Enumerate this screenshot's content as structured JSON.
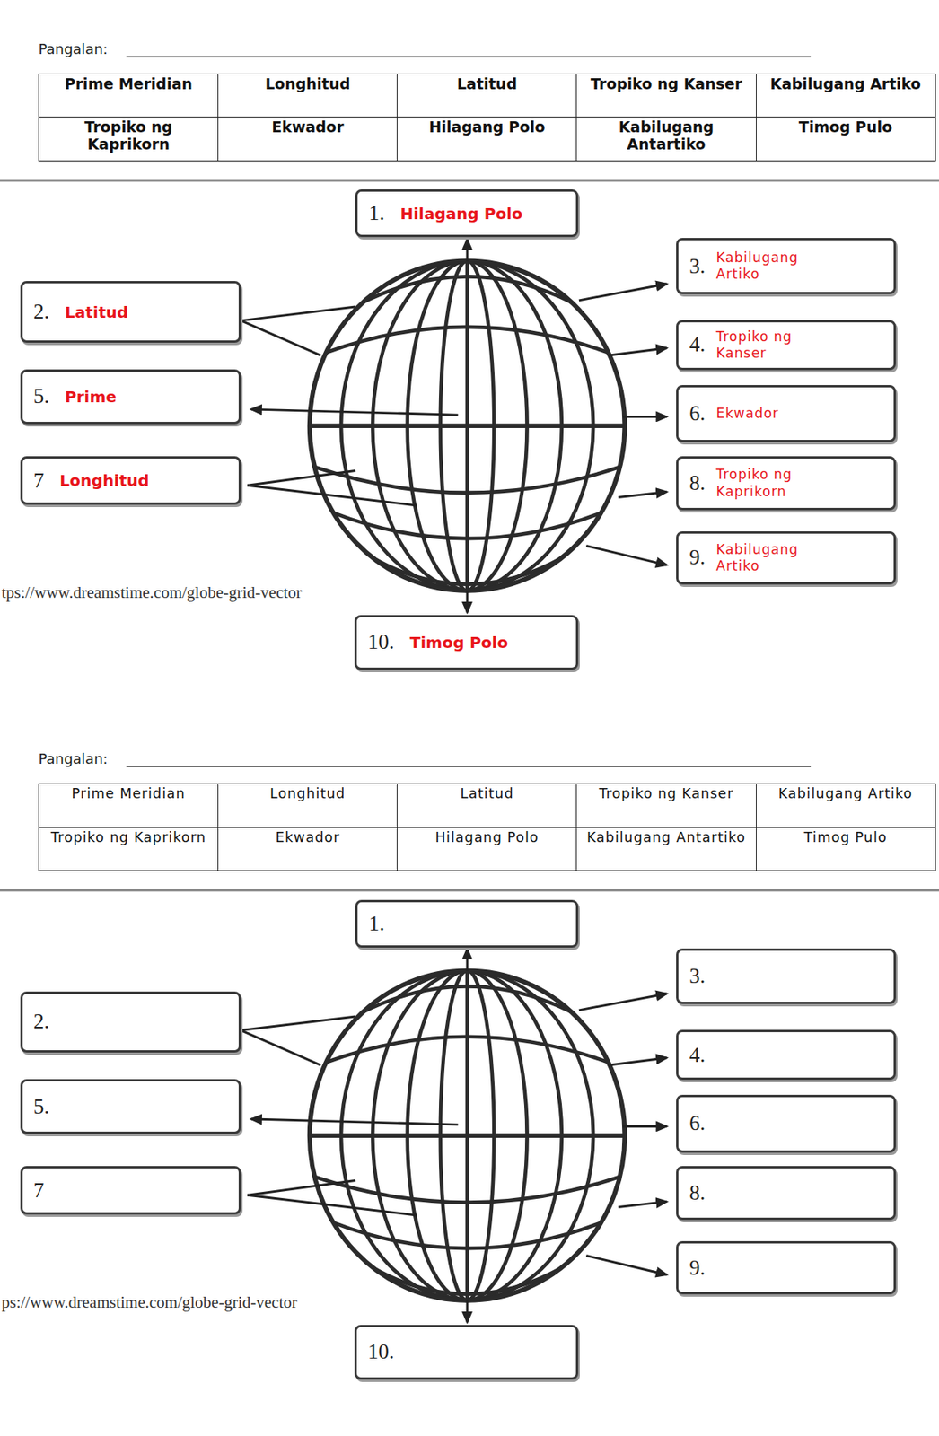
{
  "diagram": {
    "nodes": [
      {
        "text": [
          "1.",
          "Hilagang Polo"
        ]
      },
      {
        "text": [
          "2.",
          "Latitud"
        ]
      },
      {
        "text": [
          "3.",
          "Kabilugang Artiko"
        ]
      },
      {
        "text": [
          "4.",
          "Tropiko ng Kanser"
        ]
      },
      {
        "text": [
          "5.",
          "Prime"
        ]
      },
      {
        "text": [
          "6.",
          "Ekwador"
        ]
      },
      {
        "text": [
          "7",
          "Longhitud"
        ]
      },
      {
        "text": [
          "8.",
          "Tropiko ng Kaprikorn"
        ]
      },
      {
        "text": [
          "9.",
          "Kabilugang Artiko"
        ]
      },
      {
        "text": [
          "10.",
          "Timog Polo"
        ]
      },
      {
        "text": [
          "1."
        ]
      },
      {
        "text": [
          "2."
        ]
      },
      {
        "text": [
          "3."
        ]
      },
      {
        "text": [
          "4."
        ]
      },
      {
        "text": [
          "5."
        ]
      },
      {
        "text": [
          "6."
        ]
      },
      {
        "text": [
          "7"
        ]
      },
      {
        "text": [
          "8."
        ]
      },
      {
        "text": [
          "9."
        ]
      },
      {
        "text": [
          "10."
        ]
      }
    ],
    "labels": [
      "Pangalan:",
      "Prime Meridian",
      "Longhitud",
      "Latitud",
      "Tropiko ng Kanser",
      "Kabilugang Artiko",
      "Tropiko ng Kaprikorn",
      "Ekwador",
      "Hilagang Polo",
      "Kabilugang Antartiko",
      "Timog Pulo",
      "tps://www.dreamstime.com/globe-grid-vector",
      "Pangalan:",
      "Prime Meridian",
      "Longhitud",
      "Latitud",
      "Tropiko ng Kanser",
      "Kabilugang Artiko",
      "Tropiko ng Kaprikorn",
      "Ekwador",
      "Hilagang Polo",
      "Kabilugang Antartiko",
      "Timog Pulo",
      "ps://www.dreamstime.com/globe-grid-vector"
    ]
  }
}
